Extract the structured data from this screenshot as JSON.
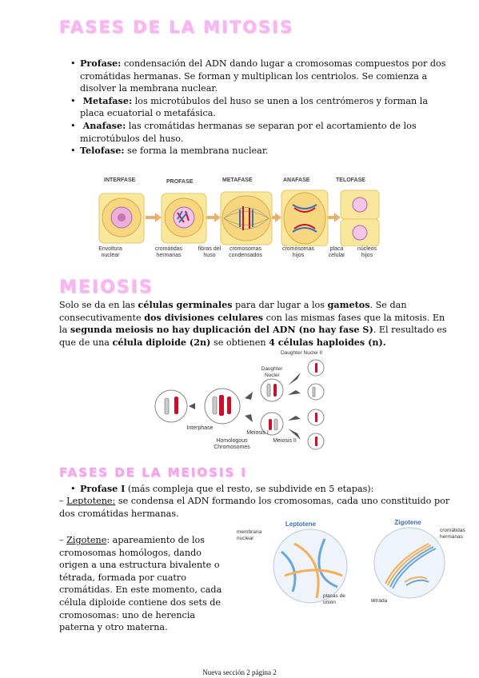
{
  "titles": {
    "mitosis": "FASES DE LA MITOSIS",
    "meiosis": "MEIOSIS",
    "fases_meiosis": "FASES DE LA MEIOSIS I"
  },
  "mitosis_list": [
    {
      "term": "Profase:",
      "text": " condensación del ADN dando lugar a cromosomas compuestos por dos cromátidas hermanas. Se forman y multiplican los centriolos. Se comienza a disolver la membrana nuclear."
    },
    {
      "term": "Metafase:",
      "text": " los microtúbulos del huso se unen a los centrómeros y forman la placa ecuatorial o metafásica."
    },
    {
      "term": "Anafase:",
      "text": " las cromátidas hermanas se separan por el acortamiento de los microtúbulos del huso."
    },
    {
      "term": "Telofase:",
      "text": " se forma la membrana nuclear."
    }
  ],
  "mitosis_figure": {
    "headers": [
      "INTERFASE",
      "PROFASE",
      "METAFASE",
      "ANAFASE",
      "TELOFASE"
    ],
    "labels": [
      "Envoltura nuclear",
      "cromátidas hermanas",
      "fibras del huso",
      "cromosomas condensados",
      "cromosomas hijos",
      "placa celular",
      "núcleos hijos"
    ]
  },
  "meiosis_paragraph": {
    "p1": "Solo se da en las ",
    "b1": "células germinales",
    "p2": " para dar lugar a los ",
    "b2": "gametos",
    "p3": ". Se dan consecutivamente ",
    "b3": "dos divisiones celulares",
    "p4": " con las mismas fases que la mitosis. En la ",
    "b4": "segunda meiosis no hay duplicación del ADN (no hay fase S)",
    "p5": ". El resultado es que de una ",
    "b5": "célula diploide (2n)",
    "p6": " se obtienen ",
    "b6": "4 células haploides (n)."
  },
  "meiosis_figure": {
    "daughter_nuclei_ii": "Daughter Nuclei II",
    "daughter_nuclei": "Daughter Nuclei",
    "interphase": "Interphase",
    "meiosis_i": "Meiosis I",
    "homologous": "Homologous Chromosomes",
    "meiosis_ii": "Meiosis II"
  },
  "profase_i": {
    "term": "Profase I",
    "text": " (más compleja que el resto, se subdivide en 5 etapas):"
  },
  "leptotene": {
    "dash": "– ",
    "term": "Leptotene:",
    "text": " se condensa el ADN formando los cromosomas, cada uno constituido por dos cromátidas hermanas."
  },
  "zigotene": {
    "dash": " – ",
    "term": "Zigotene",
    "text": ": apareamiento de los cromosomas homólogos, dando origen a una estructura bivalente o tétrada, formada por cuatro cromátidas. En este momento, cada célula diploide contiene dos sets de cromosomas: uno de herencia paterna y otro materna."
  },
  "lepto_figure": {
    "title_lepto": "Leptotene",
    "title_zigo": "Zigotene",
    "membrana": "membrana nuclear",
    "placas": "placas de unión",
    "tetrada": "tétrada",
    "cromatidas": "cromátidas hermanas"
  },
  "footer": "Nueva sección 2 página 2",
  "colors": {
    "title_pink": "#f7b6f0",
    "cell_yellow": "#f9e79c",
    "red": "#c8102e",
    "blue": "#3b6fb6"
  }
}
